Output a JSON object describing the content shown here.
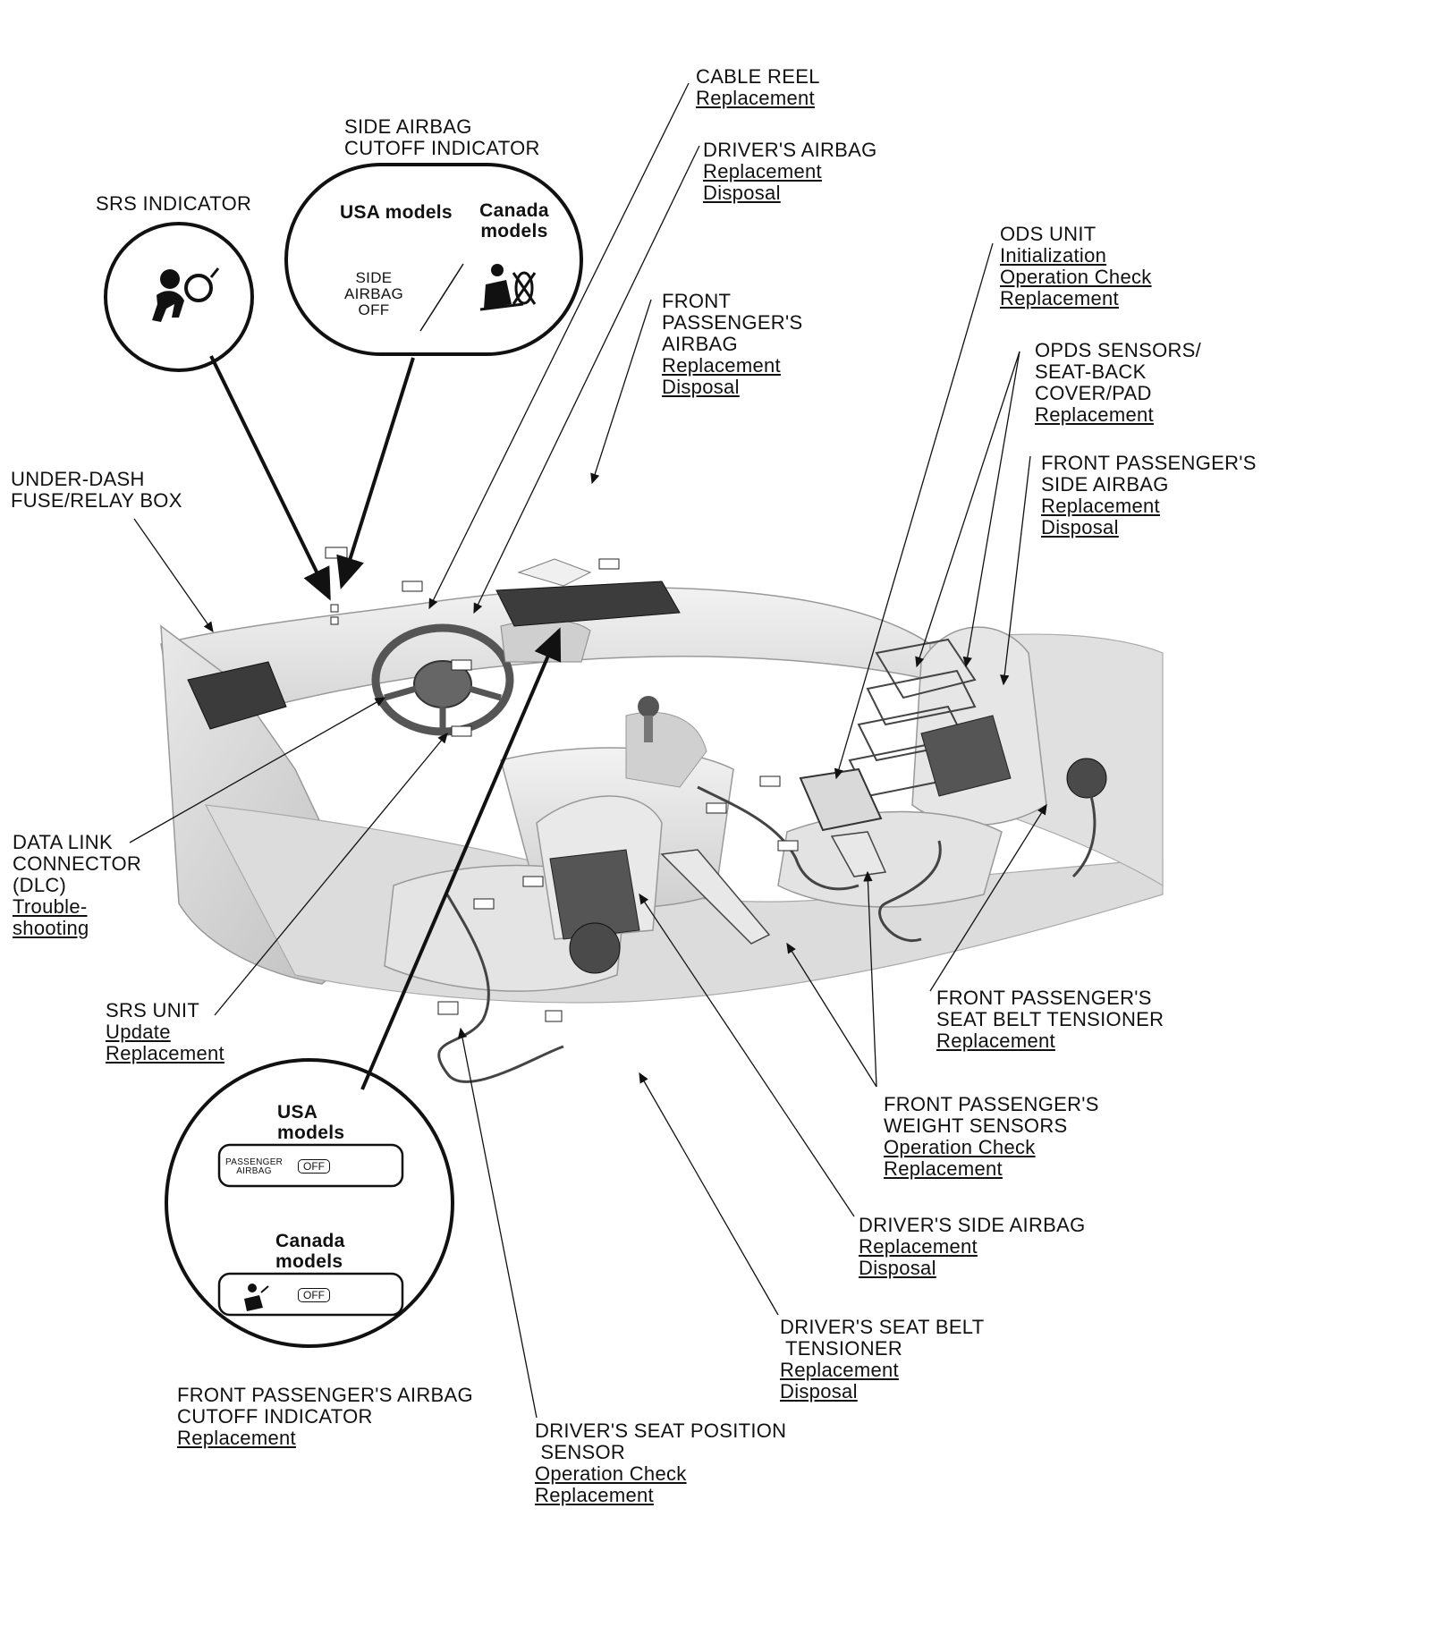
{
  "labels": {
    "cable_reel": {
      "title": [
        "CABLE REEL"
      ],
      "links": [
        "Replacement"
      ]
    },
    "drivers_airbag": {
      "title": [
        "DRIVER'S AIRBAG"
      ],
      "links": [
        "Replacement",
        "Disposal"
      ]
    },
    "side_airbag_cutoff": {
      "title": [
        "SIDE AIRBAG",
        "CUTOFF INDICATOR"
      ],
      "links": []
    },
    "srs_indicator": {
      "title": [
        "SRS INDICATOR"
      ],
      "links": []
    },
    "ods_unit": {
      "title": [
        "ODS UNIT"
      ],
      "links": [
        "Initialization",
        "Operation Check",
        "Replacement"
      ]
    },
    "front_pass_airbag": {
      "title": [
        "FRONT",
        "PASSENGER'S",
        "AIRBAG"
      ],
      "links": [
        "Replacement",
        "Disposal"
      ]
    },
    "opds_sensors": {
      "title": [
        "OPDS SENSORS/",
        "SEAT-BACK",
        "COVER/PAD"
      ],
      "links": [
        "Replacement"
      ]
    },
    "front_pass_side_airbag": {
      "title": [
        "FRONT PASSENGER'S",
        "SIDE AIRBAG"
      ],
      "links": [
        "Replacement",
        "Disposal"
      ]
    },
    "under_dash_fuse": {
      "title": [
        "UNDER-DASH",
        "FUSE/RELAY BOX"
      ],
      "links": []
    },
    "dlc": {
      "title": [
        "DATA LINK",
        "CONNECTOR",
        "(DLC)"
      ],
      "links": [
        "Trouble-",
        "shooting"
      ]
    },
    "srs_unit": {
      "title": [
        "SRS UNIT"
      ],
      "links": [
        "Update",
        "Replacement"
      ]
    },
    "front_pass_seatbelt_tensioner": {
      "title": [
        "FRONT PASSENGER'S",
        "SEAT BELT TENSIONER"
      ],
      "links": [
        "Replacement"
      ]
    },
    "front_pass_weight_sensors": {
      "title": [
        "FRONT PASSENGER'S",
        "WEIGHT SENSORS"
      ],
      "links": [
        "Operation Check",
        "Replacement"
      ]
    },
    "drivers_side_airbag": {
      "title": [
        "DRIVER'S SIDE AIRBAG"
      ],
      "links": [
        "Replacement",
        "Disposal"
      ]
    },
    "drivers_seatbelt_tensioner": {
      "title": [
        "DRIVER'S SEAT BELT",
        " TENSIONER"
      ],
      "links": [
        "Replacement",
        "Disposal"
      ]
    },
    "front_pass_airbag_cutoff": {
      "title": [
        "FRONT PASSENGER'S AIRBAG",
        "CUTOFF INDICATOR"
      ],
      "links": [
        "Replacement"
      ]
    },
    "drivers_seat_position": {
      "title": [
        "DRIVER'S SEAT POSITION",
        " SENSOR"
      ],
      "links": [
        "Operation Check",
        "Replacement"
      ]
    }
  },
  "insets": {
    "side_airbag": {
      "usa": "USA models",
      "canada": "Canada models",
      "usa_indicator": [
        "SIDE",
        "AIRBAG",
        "OFF"
      ]
    },
    "pass_airbag": {
      "usa": "USA models",
      "canada": "Canada models",
      "usa_tag": [
        "PASSENGER",
        "AIRBAG"
      ],
      "off": "OFF"
    }
  }
}
